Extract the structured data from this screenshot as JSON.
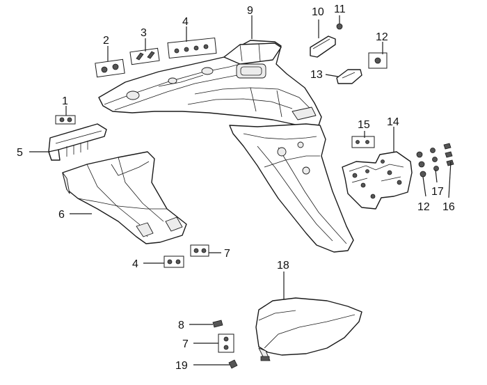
{
  "callouts": {
    "c1": "1",
    "c2": "2",
    "c3": "3",
    "c4a": "4",
    "c4b": "4",
    "c5": "5",
    "c6": "6",
    "c7a": "7",
    "c7b": "7",
    "c8": "8",
    "c9": "9",
    "c10": "10",
    "c11": "11",
    "c12a": "12",
    "c12b": "12",
    "c13": "13",
    "c14": "14",
    "c15": "15",
    "c16": "16",
    "c17": "17",
    "c18": "18",
    "c19": "19"
  }
}
